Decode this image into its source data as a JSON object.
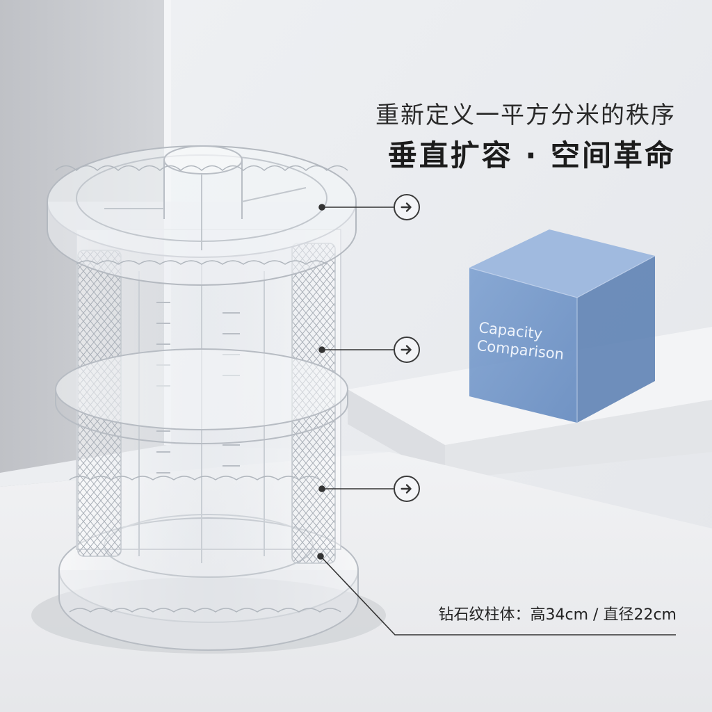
{
  "headline": {
    "subtitle": "重新定义一平方分米的秩序",
    "title": "垂直扩容 · 空间革命"
  },
  "cube": {
    "label_line1": "Capacity",
    "label_line2": "Comparison",
    "color": "#6f94c7"
  },
  "callouts": [
    {
      "icon": "arrow-right-icon"
    },
    {
      "icon": "arrow-right-icon"
    },
    {
      "icon": "arrow-right-icon"
    }
  ],
  "spec": {
    "text": "钻石纹柱体：高34cm / 直径22cm"
  }
}
